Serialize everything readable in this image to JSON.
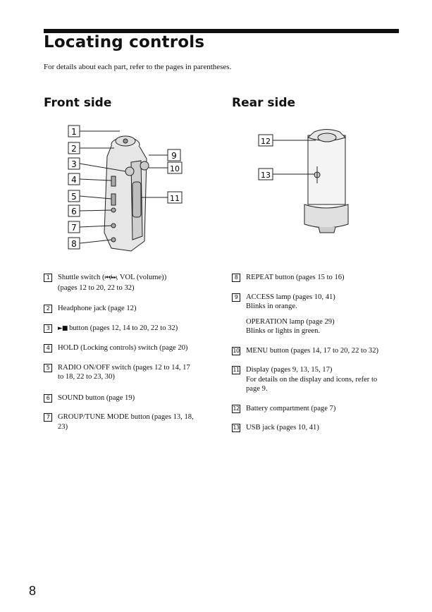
{
  "page": {
    "title": "Locating controls",
    "intro": "For details about each part, refer to the pages in parentheses.",
    "page_number": "8"
  },
  "front": {
    "heading": "Front side",
    "callouts": [
      "1",
      "2",
      "3",
      "4",
      "5",
      "6",
      "7",
      "8",
      "9",
      "10",
      "11"
    ]
  },
  "rear": {
    "heading": "Rear side",
    "callouts": [
      "12",
      "13"
    ]
  },
  "left_items": [
    {
      "num": "1",
      "pre": "Shuttle switch (",
      "glyph": "⏮/⏭",
      "text": ", VOL (volume))",
      "sub": "(pages 12 to 20, 22 to 32)"
    },
    {
      "num": "2",
      "text": "Headphone jack (page 12)"
    },
    {
      "num": "3",
      "glyph": "►■",
      "text": " button (pages 12, 14 to 20, 22 to 32)"
    },
    {
      "num": "4",
      "text": "HOLD (Locking controls) switch (page 20)"
    },
    {
      "num": "5",
      "text": "RADIO ON/OFF switch (pages 12 to 14, 17",
      "sub": "to 18, 22 to 23, 30)"
    },
    {
      "num": "6",
      "text": "SOUND button (page 19)"
    },
    {
      "num": "7",
      "text": "GROUP/TUNE MODE button (pages 13, 18,",
      "sub": "23)"
    }
  ],
  "right_items": [
    {
      "num": "8",
      "text": "REPEAT button (pages 15 to 16)"
    },
    {
      "num": "9",
      "text": "ACCESS lamp  (pages 10, 41)",
      "sub": "Blinks in orange.",
      "extra1": "OPERATION lamp (page 29)",
      "extra2": "Blinks or lights in green."
    },
    {
      "num": "10",
      "text": "MENU button (pages 14, 17 to 20, 22 to 32)"
    },
    {
      "num": "11",
      "text": "Display (pages 9, 13, 15, 17)",
      "sub": "For details on the display and icons, refer to",
      "sub2": "page 9."
    },
    {
      "num": "12",
      "text": "Battery compartment (page 7)"
    },
    {
      "num": "13",
      "text": "USB jack (pages 10, 41)"
    }
  ]
}
